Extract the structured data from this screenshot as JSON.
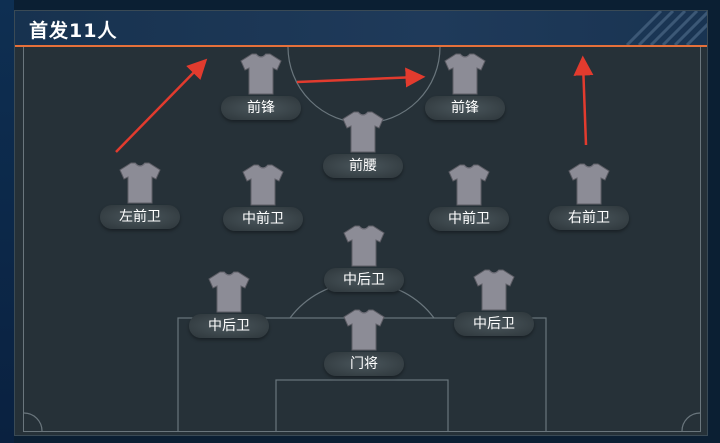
{
  "header": {
    "title": "首发11人"
  },
  "players": [
    {
      "id": "fw-left",
      "label": "前锋"
    },
    {
      "id": "fw-right",
      "label": "前锋"
    },
    {
      "id": "am",
      "label": "前腰"
    },
    {
      "id": "lm",
      "label": "左前卫"
    },
    {
      "id": "cm-left",
      "label": "中前卫"
    },
    {
      "id": "cm-right",
      "label": "中前卫"
    },
    {
      "id": "rm",
      "label": "右前卫"
    },
    {
      "id": "cb-center",
      "label": "中后卫"
    },
    {
      "id": "cb-left",
      "label": "中后卫"
    },
    {
      "id": "cb-right",
      "label": "中后卫"
    },
    {
      "id": "gk",
      "label": "门将"
    }
  ],
  "colors": {
    "accent": "#e6703a",
    "arrow": "#e23b2e",
    "jersey": "#8c8c96",
    "panel": "#263138"
  }
}
